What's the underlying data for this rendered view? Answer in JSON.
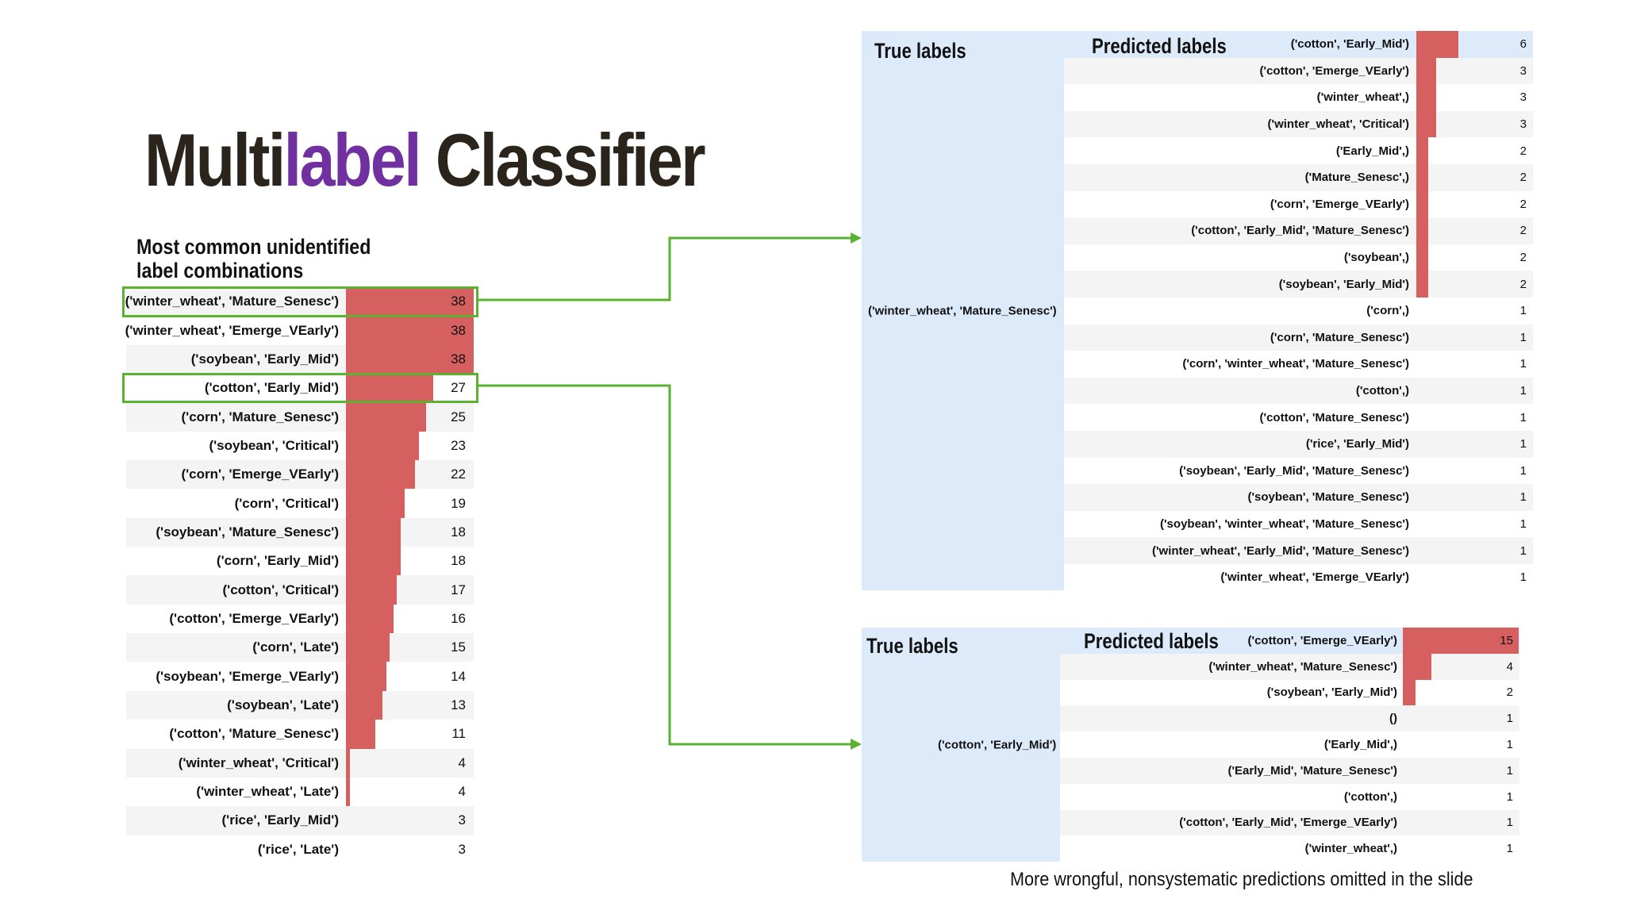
{
  "slide": {
    "title_part1": "Multi",
    "title_accent": "label",
    "title_part2": " Classifier",
    "accent_color": "#7030a0",
    "bar_color": "#d65f5f",
    "highlight_color": "#5bb230",
    "panel_color": "#ddeafa",
    "footnote": "More wrongful, nonsystematic predictions omitted in the slide"
  },
  "left_chart": {
    "heading_line1": "Most common unidentified",
    "heading_line2": "label combinations",
    "highlighted_rows": [
      0,
      3
    ]
  },
  "top_panel": {
    "true_header": "True labels",
    "pred_header": "Predicted labels",
    "true_label": "('winter_wheat', 'Mature_Senesc')"
  },
  "bottom_panel": {
    "true_header": "True labels",
    "pred_header": "Predicted labels",
    "true_label": "('cotton', 'Early_Mid')"
  },
  "chart_data": [
    {
      "type": "bar",
      "title": "Most common unidentified label combinations",
      "orientation": "horizontal",
      "xlabel": "",
      "ylabel": "",
      "categories": [
        "('winter_wheat', 'Mature_Senesc')",
        "('winter_wheat', 'Emerge_VEarly')",
        "('soybean', 'Early_Mid')",
        "('cotton', 'Early_Mid')",
        "('corn', 'Mature_Senesc')",
        "('soybean', 'Critical')",
        "('corn', 'Emerge_VEarly')",
        "('corn', 'Critical')",
        "('soybean', 'Mature_Senesc')",
        "('corn', 'Early_Mid')",
        "('cotton', 'Critical')",
        "('cotton', 'Emerge_VEarly')",
        "('corn', 'Late')",
        "('soybean', 'Emerge_VEarly')",
        "('soybean', 'Late')",
        "('cotton', 'Mature_Senesc')",
        "('winter_wheat', 'Critical')",
        "('winter_wheat', 'Late')",
        "('rice', 'Early_Mid')",
        "('rice', 'Late')"
      ],
      "values": [
        38,
        38,
        38,
        27,
        25,
        23,
        22,
        19,
        18,
        18,
        17,
        16,
        15,
        14,
        13,
        11,
        4,
        4,
        3,
        3
      ],
      "bar_range": [
        3,
        38
      ]
    },
    {
      "type": "bar",
      "title": "Predicted labels for True labels ('winter_wheat', 'Mature_Senesc')",
      "orientation": "horizontal",
      "true_label": "('winter_wheat', 'Mature_Senesc')",
      "categories": [
        "('cotton', 'Early_Mid')",
        "('cotton', 'Emerge_VEarly')",
        "('winter_wheat',)",
        "('winter_wheat', 'Critical')",
        "('Early_Mid',)",
        "('Mature_Senesc',)",
        "('corn', 'Emerge_VEarly')",
        "('cotton', 'Early_Mid', 'Mature_Senesc')",
        "('soybean',)",
        "('soybean', 'Early_Mid')",
        "('corn',)",
        "('corn', 'Mature_Senesc')",
        "('corn', 'winter_wheat', 'Mature_Senesc')",
        "('cotton',)",
        "('cotton', 'Mature_Senesc')",
        "('rice', 'Early_Mid')",
        "('soybean', 'Early_Mid', 'Mature_Senesc')",
        "('soybean', 'Mature_Senesc')",
        "('soybean', 'winter_wheat', 'Mature_Senesc')",
        "('winter_wheat', 'Early_Mid', 'Mature_Senesc')",
        "('winter_wheat', 'Emerge_VEarly')"
      ],
      "values": [
        6,
        3,
        3,
        3,
        2,
        2,
        2,
        2,
        2,
        2,
        1,
        1,
        1,
        1,
        1,
        1,
        1,
        1,
        1,
        1,
        1
      ],
      "bar_range": [
        1,
        6
      ]
    },
    {
      "type": "bar",
      "title": "Predicted labels for True labels ('cotton', 'Early_Mid')",
      "orientation": "horizontal",
      "true_label": "('cotton', 'Early_Mid')",
      "categories": [
        "('cotton', 'Emerge_VEarly')",
        "('winter_wheat', 'Mature_Senesc')",
        "('soybean', 'Early_Mid')",
        "()",
        "('Early_Mid',)",
        "('Early_Mid', 'Mature_Senesc')",
        "('cotton',)",
        "('cotton', 'Early_Mid', 'Emerge_VEarly')",
        "('winter_wheat',)"
      ],
      "values": [
        15,
        4,
        2,
        1,
        1,
        1,
        1,
        1,
        1
      ],
      "bar_range": [
        1,
        15
      ]
    }
  ]
}
